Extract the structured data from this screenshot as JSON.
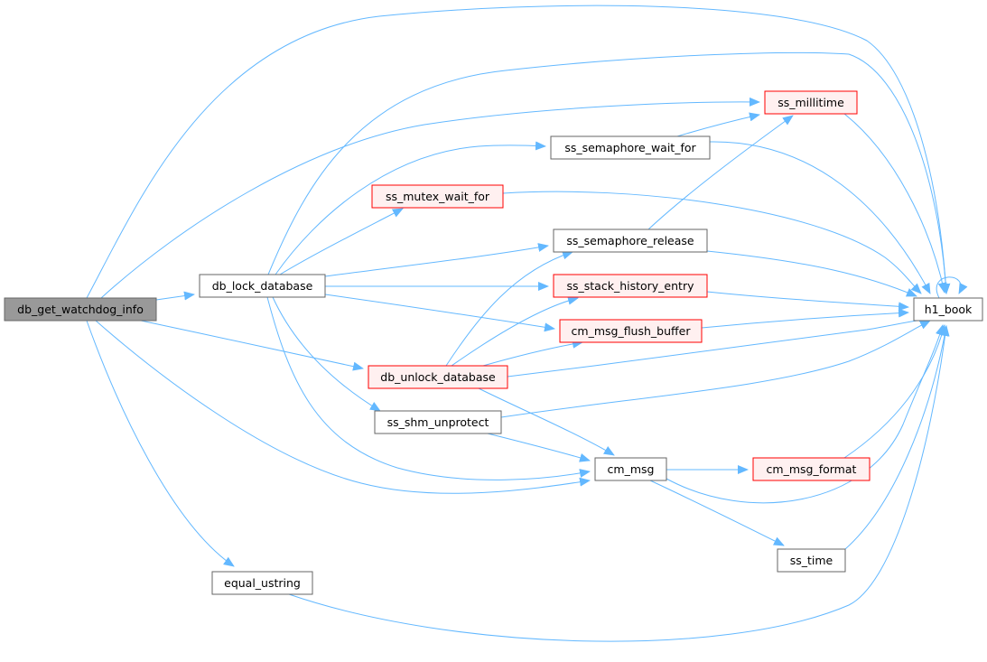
{
  "colors": {
    "edge": "#63b8ff",
    "root_fill": "#999999",
    "root_border": "#666666",
    "node_fill": "#ffffff",
    "normal_border": "#666666",
    "warn_border": "#ff0000",
    "warn_fill": "#fff0f0"
  },
  "nodes": [
    {
      "id": "db_get_watchdog_info",
      "label": "db_get_watchdog_info",
      "style": "root"
    },
    {
      "id": "db_lock_database",
      "label": "db_lock_database",
      "style": "normal"
    },
    {
      "id": "equal_ustring",
      "label": "equal_ustring",
      "style": "normal"
    },
    {
      "id": "ss_mutex_wait_for",
      "label": "ss_mutex_wait_for",
      "style": "warn"
    },
    {
      "id": "db_unlock_database",
      "label": "db_unlock_database",
      "style": "warn"
    },
    {
      "id": "ss_shm_unprotect",
      "label": "ss_shm_unprotect",
      "style": "normal"
    },
    {
      "id": "ss_semaphore_wait_for",
      "label": "ss_semaphore_wait_for",
      "style": "normal"
    },
    {
      "id": "ss_semaphore_release",
      "label": "ss_semaphore_release",
      "style": "normal"
    },
    {
      "id": "ss_stack_history_entry",
      "label": "ss_stack_history_entry",
      "style": "warn"
    },
    {
      "id": "cm_msg_flush_buffer",
      "label": "cm_msg_flush_buffer",
      "style": "warn"
    },
    {
      "id": "cm_msg",
      "label": "cm_msg",
      "style": "normal"
    },
    {
      "id": "ss_millitime",
      "label": "ss_millitime",
      "style": "warn"
    },
    {
      "id": "cm_msg_format",
      "label": "cm_msg_format",
      "style": "warn"
    },
    {
      "id": "ss_time",
      "label": "ss_time",
      "style": "normal"
    },
    {
      "id": "h1_book",
      "label": "h1_book",
      "style": "normal"
    }
  ],
  "edges": [
    [
      "db_get_watchdog_info",
      "h1_book"
    ],
    [
      "db_get_watchdog_info",
      "ss_millitime"
    ],
    [
      "db_get_watchdog_info",
      "db_lock_database"
    ],
    [
      "db_get_watchdog_info",
      "db_unlock_database"
    ],
    [
      "db_get_watchdog_info",
      "cm_msg"
    ],
    [
      "db_get_watchdog_info",
      "equal_ustring"
    ],
    [
      "db_lock_database",
      "h1_book"
    ],
    [
      "db_lock_database",
      "ss_semaphore_wait_for"
    ],
    [
      "db_lock_database",
      "ss_mutex_wait_for"
    ],
    [
      "db_lock_database",
      "ss_semaphore_release"
    ],
    [
      "db_lock_database",
      "ss_stack_history_entry"
    ],
    [
      "db_lock_database",
      "cm_msg_flush_buffer"
    ],
    [
      "db_lock_database",
      "ss_shm_unprotect"
    ],
    [
      "db_lock_database",
      "cm_msg"
    ],
    [
      "db_unlock_database",
      "ss_semaphore_release"
    ],
    [
      "db_unlock_database",
      "ss_stack_history_entry"
    ],
    [
      "db_unlock_database",
      "cm_msg_flush_buffer"
    ],
    [
      "db_unlock_database",
      "h1_book"
    ],
    [
      "db_unlock_database",
      "cm_msg"
    ],
    [
      "ss_mutex_wait_for",
      "h1_book"
    ],
    [
      "ss_semaphore_wait_for",
      "ss_millitime"
    ],
    [
      "ss_semaphore_wait_for",
      "h1_book"
    ],
    [
      "ss_semaphore_release",
      "ss_millitime"
    ],
    [
      "ss_semaphore_release",
      "h1_book"
    ],
    [
      "ss_stack_history_entry",
      "h1_book"
    ],
    [
      "cm_msg_flush_buffer",
      "h1_book"
    ],
    [
      "ss_shm_unprotect",
      "h1_book"
    ],
    [
      "ss_shm_unprotect",
      "cm_msg"
    ],
    [
      "cm_msg",
      "cm_msg_format"
    ],
    [
      "cm_msg",
      "h1_book"
    ],
    [
      "cm_msg",
      "ss_time"
    ],
    [
      "cm_msg_format",
      "h1_book"
    ],
    [
      "ss_time",
      "h1_book"
    ],
    [
      "ss_millitime",
      "h1_book"
    ],
    [
      "equal_ustring",
      "h1_book"
    ],
    [
      "h1_book",
      "h1_book"
    ]
  ]
}
